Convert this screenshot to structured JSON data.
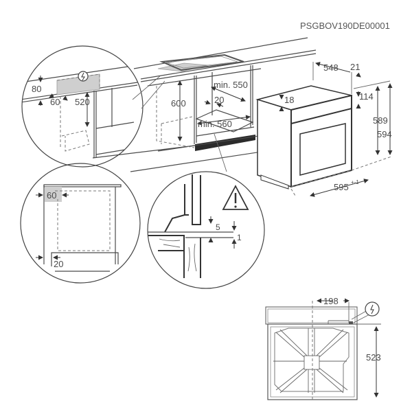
{
  "diagram": {
    "type": "oven-installation-drawing",
    "code": "PSGBOV190DE00001",
    "colors": {
      "line": "#4a4a4a",
      "shade": "#cfcfcf",
      "background": "#ffffff"
    }
  },
  "detail_top_left": {
    "labels": {
      "d80": "80",
      "d60": "60",
      "d520": "520"
    },
    "icon": "electrical-connection-icon"
  },
  "cabinet": {
    "labels": {
      "d600": "600",
      "min550": "min. 550",
      "d20": "20",
      "min560": "min. 560"
    }
  },
  "oven": {
    "labels": {
      "d548": "548",
      "d21": "21",
      "d18": "18",
      "d114": "114",
      "d589": "589",
      "d594": "594",
      "d595": "595",
      "d595_tol": "+-1"
    }
  },
  "detail_bottom_left": {
    "labels": {
      "d60": "60",
      "d20": "20"
    }
  },
  "detail_bottom_center": {
    "labels": {
      "d5": "5",
      "d1": "1"
    },
    "icon": "warning-triangle-icon"
  },
  "rear_view": {
    "labels": {
      "d198": "198",
      "d523": "523"
    },
    "icon": "electrical-connection-icon"
  }
}
